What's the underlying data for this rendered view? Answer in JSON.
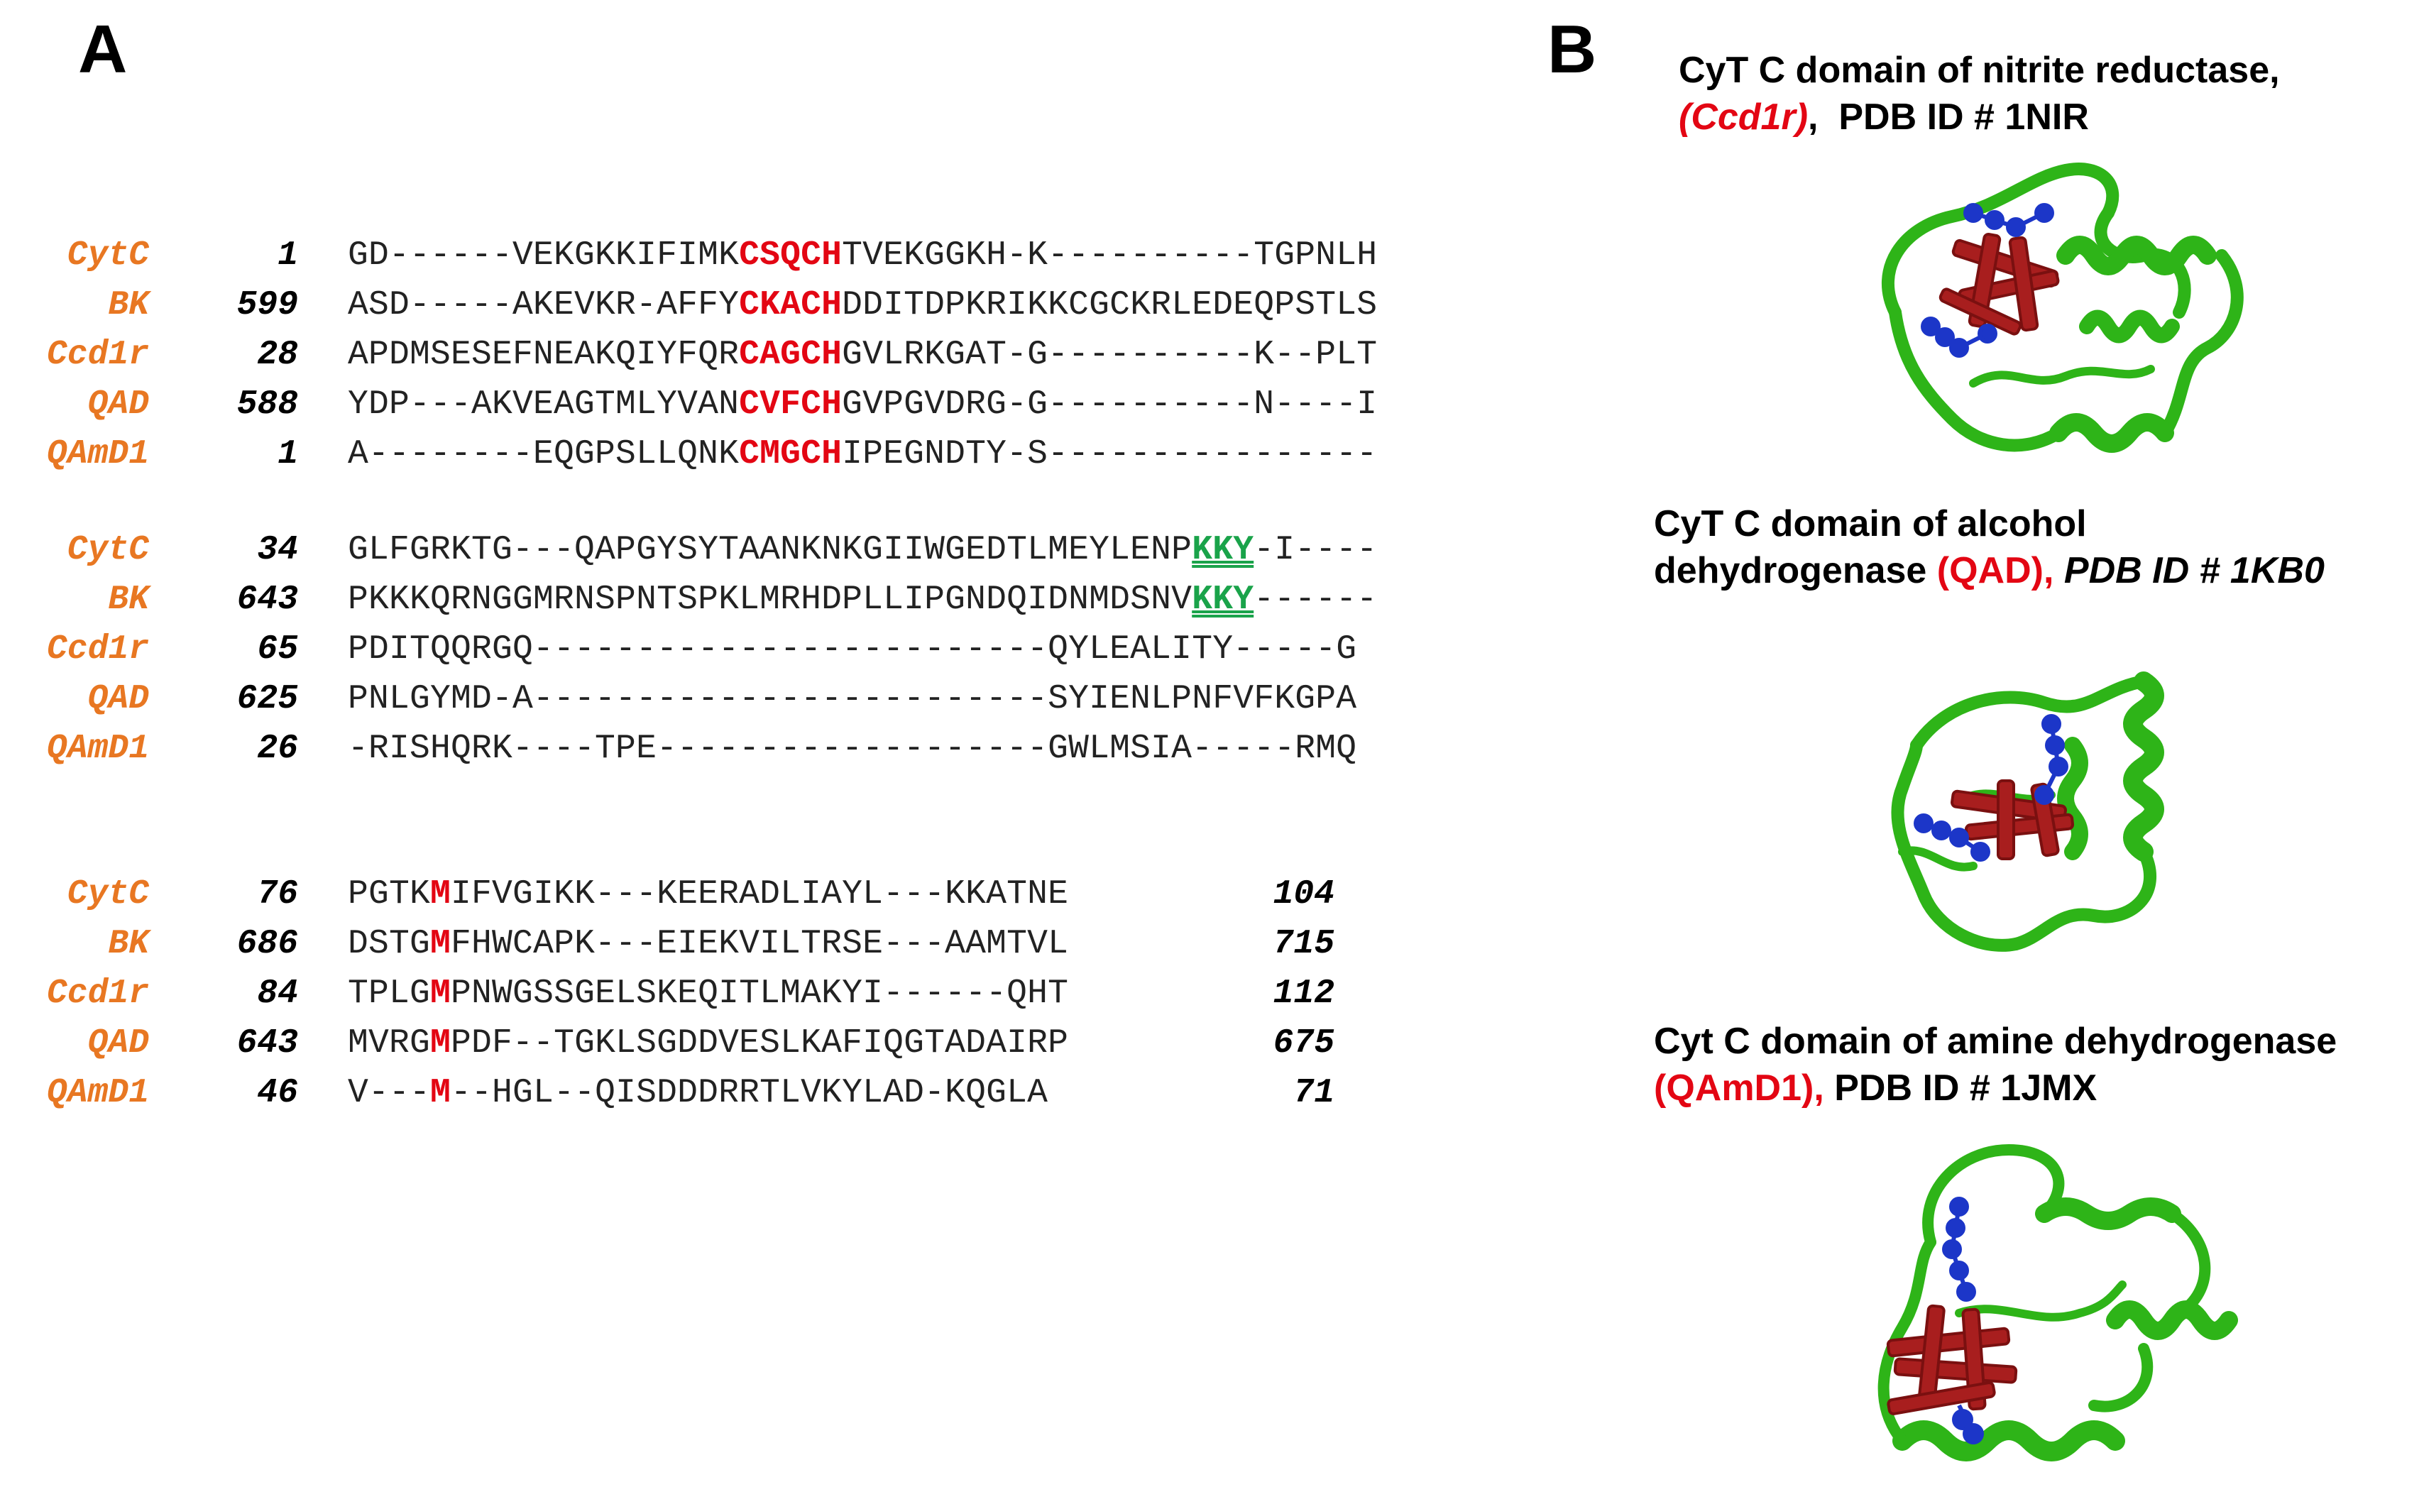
{
  "panel_a_letter": "A",
  "panel_b_letter": "B",
  "blocks": [
    {
      "rows": [
        {
          "name": "CytC",
          "start": "1",
          "segments": [
            {
              "t": "GD------VEKGKKIFIMK"
            },
            {
              "t": "CSQCH",
              "m": "red"
            },
            {
              "t": "TVEKGGKH-K----------TGPNLH"
            }
          ],
          "end": ""
        },
        {
          "name": "BK",
          "start": "599",
          "segments": [
            {
              "t": "ASD-----AKEVKR-AFFY"
            },
            {
              "t": "CKACH",
              "m": "red"
            },
            {
              "t": "DDITDPKRIKKCGCKRLEDEQPSTLS"
            }
          ],
          "end": ""
        },
        {
          "name": "Ccd1r",
          "start": "28",
          "segments": [
            {
              "t": "APDMSESEFNEAKQIYFQR"
            },
            {
              "t": "CAGCH",
              "m": "red"
            },
            {
              "t": "GVLRKGAT-G----------K--PLT"
            }
          ],
          "end": ""
        },
        {
          "name": "QAD",
          "start": "588",
          "segments": [
            {
              "t": "YDP---AKVEAGTMLYVAN"
            },
            {
              "t": "CVFCH",
              "m": "red"
            },
            {
              "t": "GVPGVDRG-G----------N----I"
            }
          ],
          "end": ""
        },
        {
          "name": "QAmD1",
          "start": "1",
          "segments": [
            {
              "t": "A--------EQGPSLLQNK"
            },
            {
              "t": "CMGCH",
              "m": "red"
            },
            {
              "t": "IPEGNDTY-S----------------"
            }
          ],
          "end": ""
        }
      ]
    },
    {
      "rows": [
        {
          "name": "CytC",
          "start": "34",
          "segments": [
            {
              "t": "GLFGRKTG---QAPGYSYTAANKNKGIIWGEDTLMEYLENP"
            },
            {
              "t": "KKY",
              "m": "green"
            },
            {
              "t": "-I----"
            }
          ],
          "end": ""
        },
        {
          "name": "BK",
          "start": "643",
          "segments": [
            {
              "t": "PKKKQRNGGMRNSPNTSPKLMRHDPLLIPGNDQIDNMDSNV"
            },
            {
              "t": "KKY",
              "m": "green"
            },
            {
              "t": "------"
            }
          ],
          "end": ""
        },
        {
          "name": "Ccd1r",
          "start": "65",
          "segments": [
            {
              "t": "PDITQQRGQ-------------------------QYLEALITY-----G"
            }
          ],
          "end": ""
        },
        {
          "name": "QAD",
          "start": "625",
          "segments": [
            {
              "t": "PNLGYMD-A-------------------------SYIENLPNFVFKGPA"
            }
          ],
          "end": ""
        },
        {
          "name": "QAmD1",
          "start": "26",
          "segments": [
            {
              "t": "-RISHQRK----TPE-------------------GWLMSIA-----RMQ"
            }
          ],
          "end": ""
        }
      ]
    },
    {
      "rows": [
        {
          "name": "CytC",
          "start": "76",
          "segments": [
            {
              "t": "PGTK"
            },
            {
              "t": "M",
              "m": "red"
            },
            {
              "t": "IFVGIKK---KEERADLIAYL---KKATNE"
            }
          ],
          "end": "104"
        },
        {
          "name": "BK",
          "start": "686",
          "segments": [
            {
              "t": "DSTG"
            },
            {
              "t": "M",
              "m": "red"
            },
            {
              "t": "FHWCAPK---EIEKVILTRSE---AAMTVL"
            }
          ],
          "end": "715"
        },
        {
          "name": "Ccd1r",
          "start": "84",
          "segments": [
            {
              "t": "TPLG"
            },
            {
              "t": "M",
              "m": "red"
            },
            {
              "t": "PNWGSSGELSKEQITLMAKYI------QHT"
            }
          ],
          "end": "112"
        },
        {
          "name": "QAD",
          "start": "643",
          "segments": [
            {
              "t": "MVRG"
            },
            {
              "t": "M",
              "m": "red"
            },
            {
              "t": "PDF--TGKLSGDDVESLKAFIQGTADAIRP"
            }
          ],
          "end": "675"
        },
        {
          "name": "QAmD1",
          "start": "46",
          "segments": [
            {
              "t": "V---"
            },
            {
              "t": "M",
              "m": "red"
            },
            {
              "t": "--HGL--QISDDDRRTLVKYLAD-KQGLA"
            }
          ],
          "end": "71"
        }
      ]
    }
  ],
  "captions": {
    "c1_line1": "CyT C domain of nitrite reductase,",
    "c1_red": "(Ccd1r)",
    "c1_rest": ",  PDB ID # 1NIR",
    "c2_line1": "CyT C domain of alcohol",
    "c2_pre": "dehydrogenase ",
    "c2_red": "(QAD),",
    "c2_it": " PDB ID # 1KB0",
    "c3_line1": "Cyt C domain of amine dehydrogenase",
    "c3_red": "(QAmD1),",
    "c3_rest": " PDB ID # 1JMX"
  },
  "colors": {
    "name_orange": "#E87722",
    "motif_red": "#E30613",
    "motif_green": "#1AA34A",
    "ribbon_green": "#2EB418",
    "heme_red": "#A81E1E",
    "ligand_blue": "#1C36C8"
  },
  "structure_icons": [
    "protein-ribbon-1nir",
    "protein-ribbon-1kb0",
    "protein-ribbon-1jmx"
  ]
}
